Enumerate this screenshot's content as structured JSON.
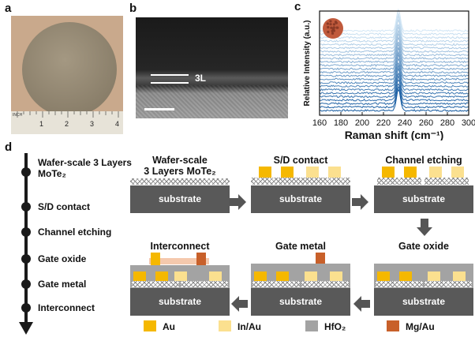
{
  "panel_labels": {
    "a": "a",
    "b": "b",
    "c": "c",
    "d": "d"
  },
  "panel_a": {
    "ruler_text": "INCH",
    "ruler_ticks": [
      "1",
      "2",
      "3",
      "4"
    ]
  },
  "panel_b": {
    "layer_label": "3L"
  },
  "chart_data": {
    "type": "line",
    "xlabel": "Raman shift (cm⁻¹)",
    "ylabel": "Relative Intensity (a.u.)",
    "xlim": [
      160,
      300
    ],
    "xticks": [
      160,
      180,
      200,
      220,
      240,
      260,
      280,
      300
    ],
    "peak_position": 234,
    "n_spectra": 24
  },
  "process_steps": [
    "Wafer-scale 3 Layers MoTe₂",
    "S/D contact",
    "Channel etching",
    "Gate oxide",
    "Gate metal",
    "Interconnect"
  ],
  "schematics": {
    "wafer_title": "Wafer-scale\n3 Layers MoTe₂",
    "sd_title": "S/D contact",
    "etch_title": "Channel etching",
    "oxide_title": "Gate oxide",
    "gate_title": "Gate metal",
    "interconnect_title": "Interconnect",
    "substrate_label": "substrate"
  },
  "legend": [
    {
      "label": "Au",
      "color": "#f5b800"
    },
    {
      "label": "In/Au",
      "color": "#fbe08f"
    },
    {
      "label": "HfO₂",
      "color": "#a3a3a3"
    },
    {
      "label": "Mg/Au",
      "color": "#c8602a"
    }
  ]
}
